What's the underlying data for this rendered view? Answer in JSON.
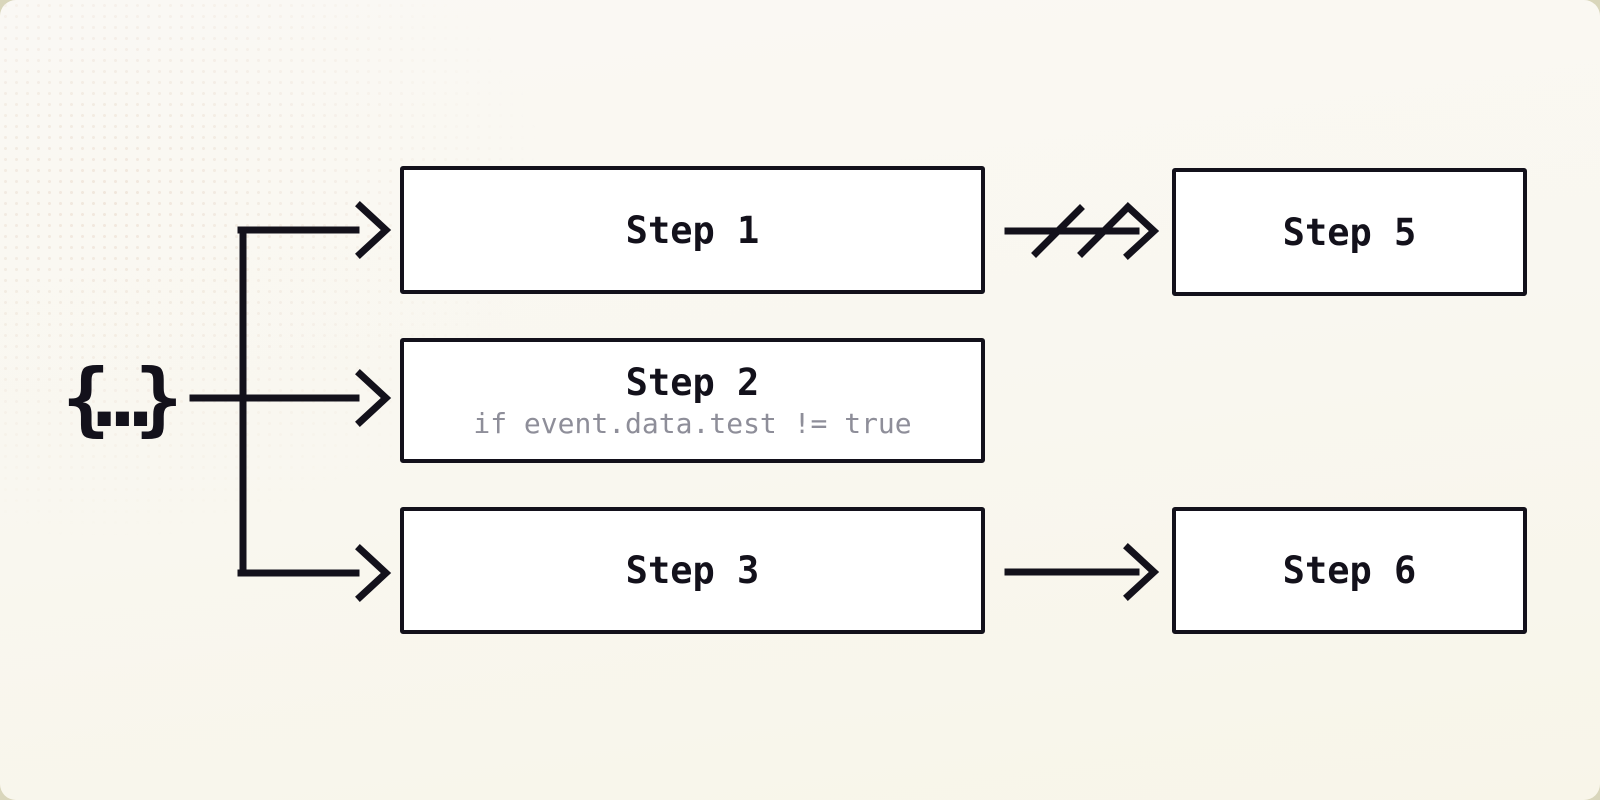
{
  "diagram": {
    "source": {
      "label": "{...}"
    },
    "steps": [
      {
        "id": "step-1",
        "label": "Step 1"
      },
      {
        "id": "step-2",
        "label": "Step 2",
        "condition": "if event.data.test != true"
      },
      {
        "id": "step-3",
        "label": "Step 3"
      },
      {
        "id": "step-5",
        "label": "Step 5"
      },
      {
        "id": "step-6",
        "label": "Step 6"
      }
    ],
    "edges": [
      {
        "from": "source",
        "to": "step-1",
        "type": "arrow"
      },
      {
        "from": "source",
        "to": "step-2",
        "type": "arrow"
      },
      {
        "from": "source",
        "to": "step-3",
        "type": "arrow"
      },
      {
        "from": "step-1",
        "to": "step-5",
        "type": "arrow-cancelled"
      },
      {
        "from": "step-3",
        "to": "step-6",
        "type": "arrow"
      }
    ],
    "colors": {
      "ink": "#13111b",
      "box_fill": "#ffffff",
      "canvas_top": "#faf8f4",
      "canvas_bottom": "#f8f5e9",
      "outside_frame": "#d9d6bb",
      "muted_text": "#8e8e99"
    }
  }
}
